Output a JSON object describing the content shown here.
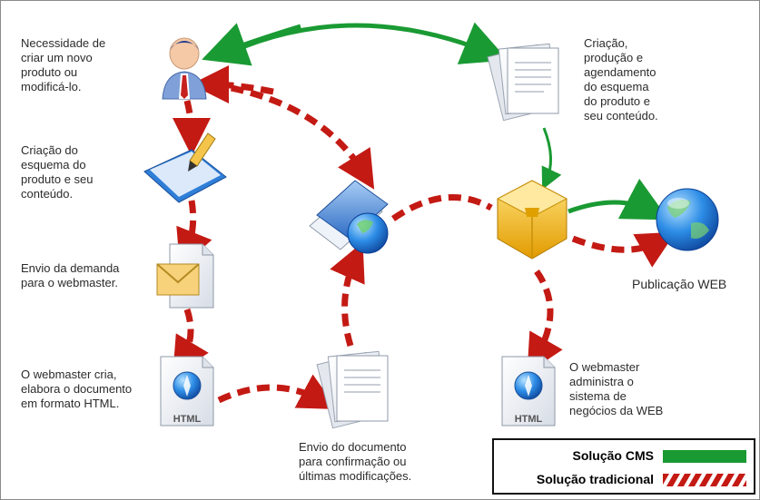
{
  "labels": {
    "necessidade": "Necessidade de\ncriar um novo\nproduto ou\nmodificá-lo.",
    "criacao_producao": "Criação,\nprodução e\nagendamento\ndo esquema\ndo produto e\nseu conteúdo.",
    "criacao_esquema": "Criação do\nesquema do\nproduto e seu\nconteúdo.",
    "envio_demanda": "Envio da demanda\npara o webmaster.",
    "webmaster_cria": "O webmaster cria,\nelabora o documento\nem formato HTML.",
    "publicacao": "Publicação WEB",
    "webmaster_admin": "O webmaster\nadministra o\nsistema de\nnegócios da WEB",
    "envio_documento": "Envio do documento\npara confirmação ou\núltimas modificações.",
    "html_tag_1": "HTML",
    "html_tag_2": "HTML"
  },
  "legend": {
    "cms_label": "Solução CMS",
    "tradicional_label": "Solução tradicional"
  },
  "colors": {
    "cms_green": "#1a9a33",
    "tradicional_red": "#c41a14",
    "globe_blue": "#1f6fd0",
    "box_gold": "#f0b81c",
    "shirt_blue": "#7fa0d8",
    "tie_red": "#c62020"
  },
  "icons": [
    "person-icon",
    "documents-icon",
    "blueprint-icon",
    "mail-icon",
    "html-file-icon",
    "folder-globe-icon",
    "cms-box-icon",
    "globe-icon",
    "documents-icon",
    "html-file-icon"
  ]
}
